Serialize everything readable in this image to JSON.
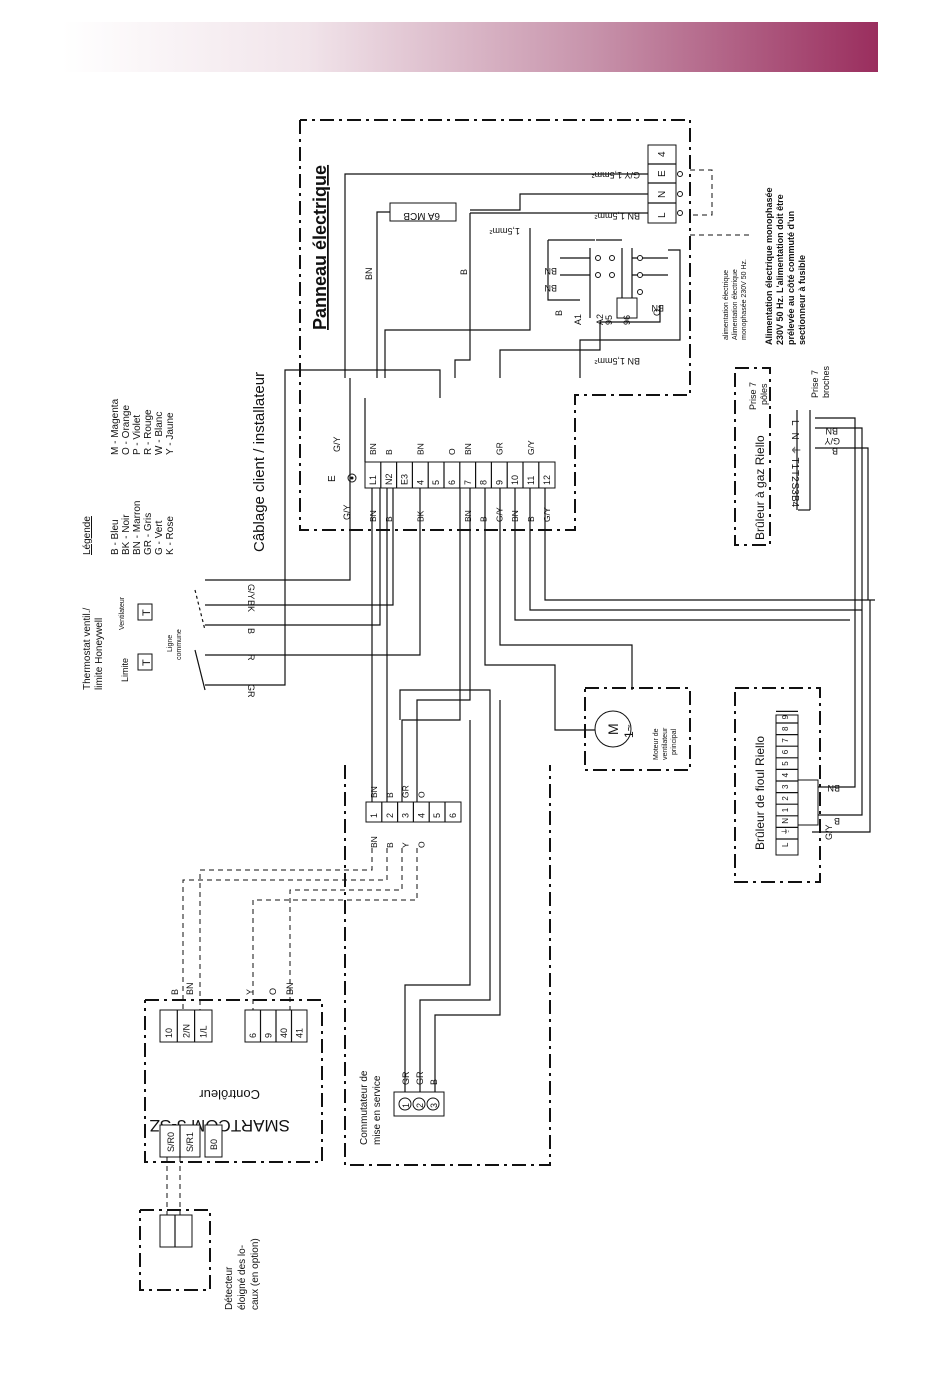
{
  "panel": {
    "title": "Panneau électrique",
    "client_wiring": "Câblage client / installateur",
    "mcb": "6A MCB",
    "earth": "E",
    "terminals": [
      "L1",
      "N2",
      "E3",
      "4",
      "5",
      "6",
      "7",
      "8",
      "9",
      "10",
      "11",
      "12"
    ],
    "colors_top": [
      "BN",
      "B",
      "",
      "BN",
      "",
      "O",
      "BN",
      "",
      "GR",
      "",
      "G/Y"
    ],
    "colors_bottom": [
      "BN",
      "B",
      "",
      "BK",
      "",
      "",
      "BN",
      "B",
      "G/Y",
      "BN",
      "B",
      "G/Y"
    ],
    "supply_terminals": [
      "L",
      "N",
      "E",
      "4"
    ],
    "wire_ge": "G/Y  1,5mm²",
    "wire_bn": "BN  1,5mm²",
    "wire_bn2": "BN  1,5mm²",
    "wire_b": "1,5mm²",
    "contactor_terms": [
      "A1",
      "A2",
      "95",
      "96"
    ],
    "relay_labels": [
      "BN",
      "BN",
      "B",
      "BN",
      "O"
    ],
    "bn_label": "BN",
    "b_label": "B",
    "gy_label": "G/Y"
  },
  "supply": {
    "small": [
      "alimentation électrique",
      "Alimentation électrique",
      "monophasée 230V 50 Hz."
    ],
    "bold": [
      "Alimentation électrique monophasée",
      "230V 50 Hz. L'alimentation doit être",
      "prélevée au côté commuté d'un",
      "sectionneur à fusible"
    ]
  },
  "gas_burner": {
    "title": "Brûleur à gaz Riello",
    "plug1": [
      "Prise 7",
      "pôles"
    ],
    "plug2": [
      "Prise 7",
      "broches"
    ],
    "pins": [
      "L",
      "N",
      "⏚",
      "T1",
      "T2",
      "S3",
      "B4"
    ],
    "colors": [
      "BN",
      "B",
      "G/Y"
    ]
  },
  "oil_burner": {
    "title": "Brûleur de fioul Riello",
    "terminals": [
      "L",
      "⏚",
      "N",
      "1",
      "2",
      "3",
      "4",
      "5",
      "6",
      "7",
      "8",
      "9"
    ],
    "colors": [
      "BN",
      "B",
      "G/Y"
    ]
  },
  "thermostat": {
    "title": [
      "Thermostat ventil./",
      "limite Honeywell"
    ],
    "limit": "Limite",
    "fan": "Ventilateur",
    "common": [
      "Ligne",
      "commune"
    ],
    "t": "T",
    "wires": [
      "G/Y",
      "BK",
      "B",
      "R",
      "GR"
    ]
  },
  "legend": {
    "title": "Légende",
    "col1": [
      "B -  Bleu",
      "BK - Noir",
      "BN - Marron",
      "GR - Gris",
      "G - Vert",
      "K - Rose"
    ],
    "col2": [
      "M - Magenta",
      "O - Orange",
      "P - Violet",
      "R - Rouge",
      "W - Blanc",
      "Y - Jaune"
    ]
  },
  "motor": {
    "symbol": "M",
    "phase": "1~",
    "label": [
      "Moteur de",
      "ventilateur",
      "principal"
    ]
  },
  "terminal_block": {
    "numbers": [
      "1",
      "2",
      "3",
      "4",
      "5",
      "6"
    ],
    "top_colors": [
      "BN",
      "B",
      "GR",
      "O"
    ],
    "bottom_colors": [
      "BN",
      "B",
      "Y",
      "O"
    ]
  },
  "controller": {
    "title": "SMARTCOM 3-SZ",
    "subtitle": "Contrôleur",
    "terms_a": [
      "10",
      "2/N",
      "1/L"
    ],
    "terms_b": [
      "6",
      "9",
      "40",
      "41"
    ],
    "terms_c": [
      "S/R0",
      "S/R1",
      "B0"
    ],
    "wires_a": [
      "B",
      "BN"
    ],
    "wires_b": [
      "Y",
      "O",
      "BN"
    ]
  },
  "switch": {
    "title": [
      "Commutateur de",
      "mise en service"
    ],
    "numbers": [
      "1",
      "2",
      "3"
    ],
    "colors": [
      "GR",
      "GR",
      "B"
    ]
  },
  "detector": {
    "title": [
      "Détecteur",
      "éloigné des lo-",
      "caux (en option)"
    ]
  }
}
